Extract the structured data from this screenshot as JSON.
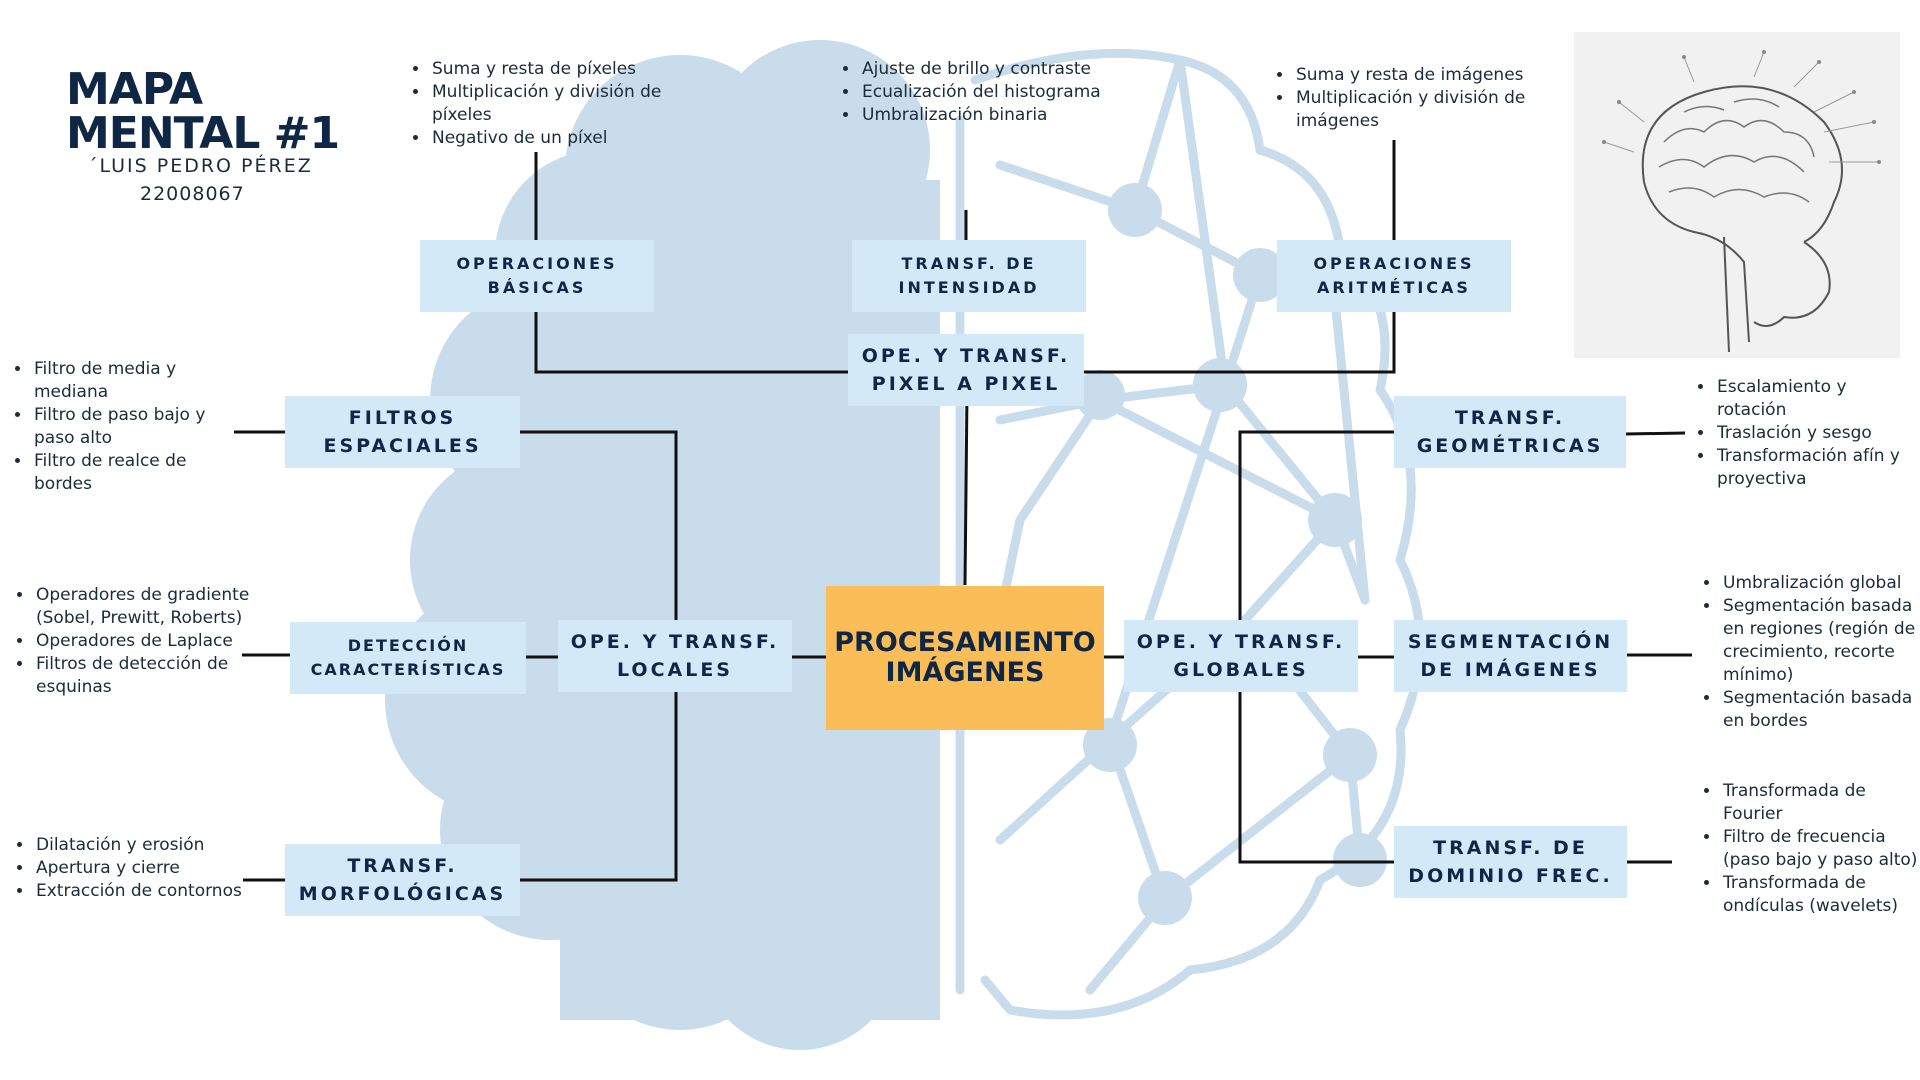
{
  "header": {
    "title_line1": "MAPA",
    "title_line2": "MENTAL #1",
    "author": "´LUIS PEDRO PÉREZ",
    "author_id": "22008067"
  },
  "colors": {
    "node_fill": "#d3e9f8",
    "center_fill": "#fbbd57",
    "brain_left": "#c9dcec",
    "network_stroke": "#c9dcec",
    "connector": "#111111",
    "title_text": "#0f2744"
  },
  "image": {
    "icon": "anatomical-brain-head-illustration"
  },
  "center": {
    "line1": "PROCESAMIENTO",
    "line2": "IMÁGENES"
  },
  "nodes": {
    "pixel": {
      "line1": "OPE. Y TRANSF.",
      "line2": "PIXEL A PIXEL"
    },
    "basic_ops": {
      "line1": "OPERACIONES",
      "line2": "BÁSICAS"
    },
    "intensity": {
      "line1": "TRANSF. DE",
      "line2": "INTENSIDAD"
    },
    "arith_ops": {
      "line1": "OPERACIONES",
      "line2": "ARITMÉTICAS"
    },
    "local": {
      "line1": "OPE. Y TRANSF.",
      "line2": "LOCALES"
    },
    "spatial": {
      "line1": "FILTROS",
      "line2": "ESPACIALES"
    },
    "features": {
      "line1": "DETECCIÓN",
      "line2": "CARACTERÍSTICAS"
    },
    "morph": {
      "line1": "TRANSF.",
      "line2": "MORFOLÓGICAS"
    },
    "global": {
      "line1": "OPE. Y TRANSF.",
      "line2": "GLOBALES"
    },
    "geometric": {
      "line1": "TRANSF.",
      "line2": "GEOMÉTRICAS"
    },
    "segmentation": {
      "line1": "SEGMENTACIÓN",
      "line2": "DE IMÁGENES"
    },
    "frequency": {
      "line1": "TRANSF. DE",
      "line2": "DOMINIO FREC."
    }
  },
  "notes": {
    "basic_ops": [
      "Suma y resta de píxeles",
      "Multiplicación y división de píxeles",
      "Negativo de un píxel"
    ],
    "intensity": [
      "Ajuste de brillo y contraste",
      "Ecualización del histograma",
      "Umbralización binaria"
    ],
    "arith_ops": [
      "Suma y resta de imágenes",
      "Multiplicación y división de imágenes"
    ],
    "spatial": [
      "Filtro de media y mediana",
      "Filtro de paso bajo y paso alto",
      "Filtro de realce de bordes"
    ],
    "features": [
      "Operadores de gradiente (Sobel, Prewitt, Roberts)",
      "Operadores de Laplace",
      "Filtros de detección de esquinas"
    ],
    "morph": [
      "Dilatación y erosión",
      "Apertura y cierre",
      "Extracción de contornos"
    ],
    "geometric": [
      "Escalamiento y rotación",
      "Traslación y sesgo",
      "Transformación afín y proyectiva"
    ],
    "segmentation": [
      "Umbralización global",
      "Segmentación basada en regiones (región de crecimiento, recorte mínimo)",
      "Segmentación basada en bordes"
    ],
    "frequency": [
      "Transformada de Fourier",
      "Filtro de frecuencia (paso bajo y paso alto)",
      "Transformada de ondículas (wavelets)"
    ]
  }
}
